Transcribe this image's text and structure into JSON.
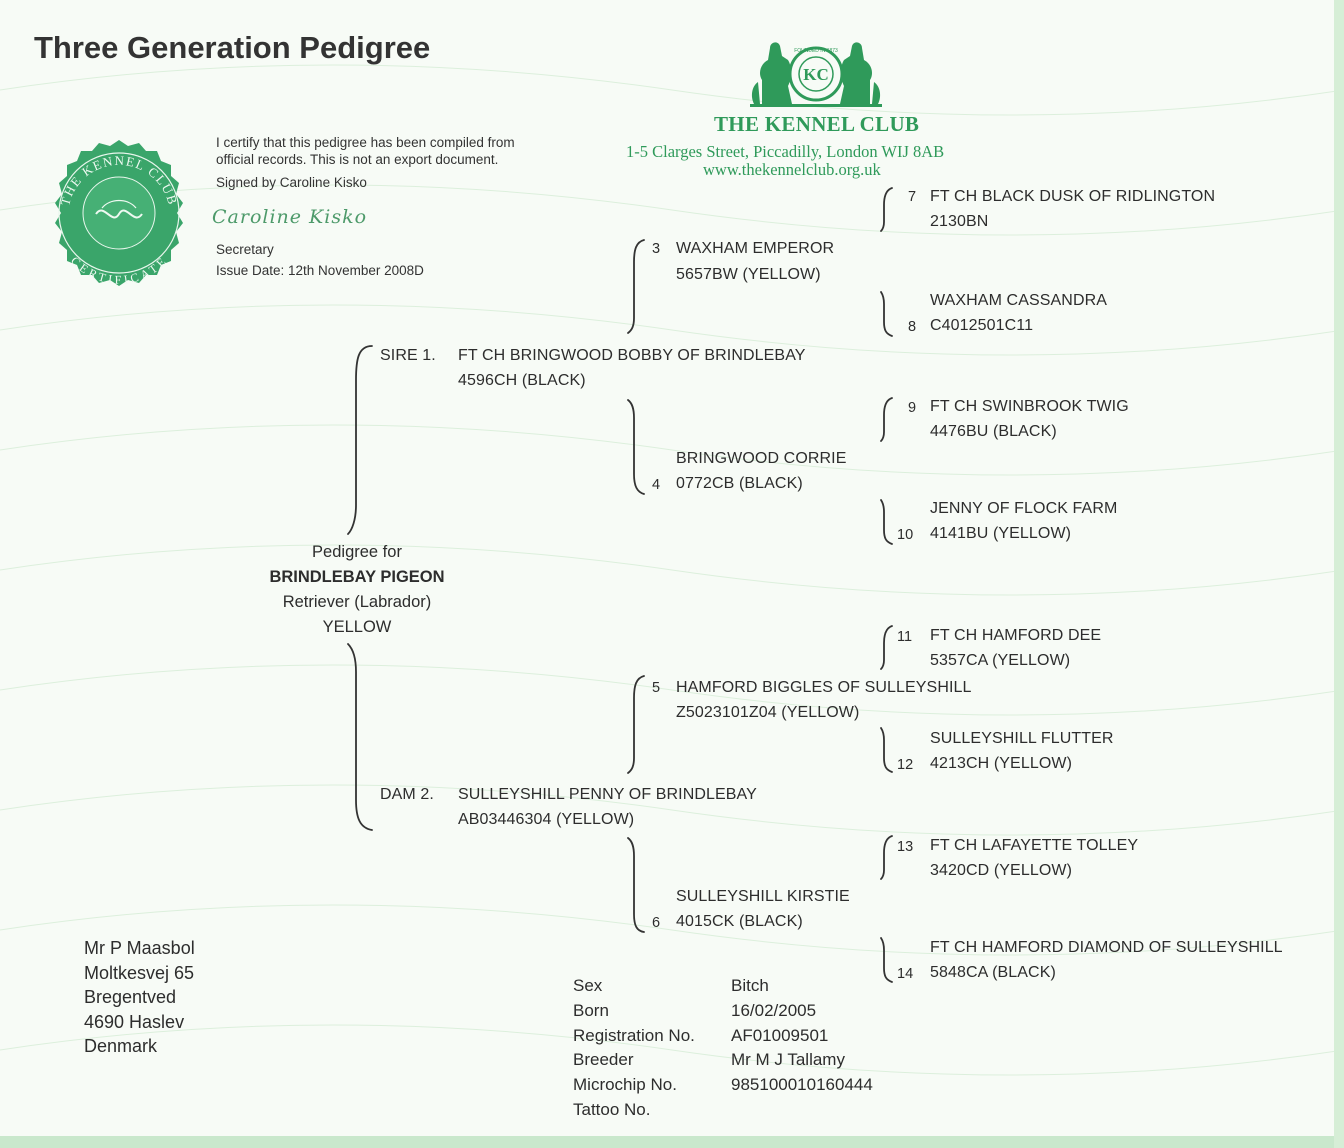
{
  "title": "Three Generation Pedigree",
  "certificate": {
    "line1": "I certify that this pedigree has been compiled from",
    "line2": "official records. This is not an export document.",
    "signed_by": "Signed by Caroline Kisko",
    "signature_text": "Caroline Kisko",
    "role": "Secretary",
    "issue_date": "Issue Date: 12th November 2008D",
    "seal_top": "THE KENNEL CLUB",
    "seal_bottom": "CERTIFICATE"
  },
  "kennel_club": {
    "logo_initials": "KC",
    "logo_ring": "FOUNDED IN 1873",
    "name": "THE KENNEL CLUB",
    "address": "1-5 Clarges Street, Piccadilly, London WIJ 8AB",
    "website": "www.thekennelclub.org.uk"
  },
  "dog": {
    "heading": "Pedigree for",
    "name": "BRINDLEBAY PIGEON",
    "breed": "Retriever (Labrador)",
    "colour": "YELLOW"
  },
  "parents": {
    "sire": {
      "label": "SIRE 1.",
      "name": "FT CH BRINGWOOD BOBBY OF BRINDLEBAY",
      "reg": "4596CH (BLACK)"
    },
    "dam": {
      "label": "DAM 2.",
      "name": "SULLEYSHILL PENNY OF BRINDLEBAY",
      "reg": "AB03446304 (YELLOW)"
    }
  },
  "grandparents": [
    {
      "num": "3",
      "name": "WAXHAM EMPEROR",
      "reg": "5657BW (YELLOW)"
    },
    {
      "num": "4",
      "name": "BRINGWOOD CORRIE",
      "reg": "0772CB (BLACK)"
    },
    {
      "num": "5",
      "name": "HAMFORD BIGGLES OF SULLEYSHILL",
      "reg": "Z5023101Z04 (YELLOW)"
    },
    {
      "num": "6",
      "name": "SULLEYSHILL KIRSTIE",
      "reg": "4015CK (BLACK)"
    }
  ],
  "great_grandparents": [
    {
      "num": "7",
      "name": "FT CH BLACK DUSK OF RIDLINGTON",
      "reg": "2130BN"
    },
    {
      "num": "8",
      "name": "WAXHAM CASSANDRA",
      "reg": "C4012501C11"
    },
    {
      "num": "9",
      "name": "FT CH SWINBROOK TWIG",
      "reg": "4476BU (BLACK)"
    },
    {
      "num": "10",
      "name": "JENNY OF FLOCK FARM",
      "reg": "4141BU (YELLOW)"
    },
    {
      "num": "11",
      "name": "FT CH HAMFORD DEE",
      "reg": "5357CA (YELLOW)"
    },
    {
      "num": "12",
      "name": "SULLEYSHILL FLUTTER",
      "reg": "4213CH (YELLOW)"
    },
    {
      "num": "13",
      "name": "FT CH LAFAYETTE TOLLEY",
      "reg": "3420CD (YELLOW)"
    },
    {
      "num": "14",
      "name": "FT CH HAMFORD DIAMOND OF SULLEYSHILL",
      "reg": "5848CA (BLACK)"
    }
  ],
  "owner": {
    "name": "Mr P Maasbol",
    "street": "Moltkesvej 65",
    "area": "Bregentved",
    "city": "4690 Haslev",
    "country": "Denmark"
  },
  "details": [
    {
      "label": "Sex",
      "value": "Bitch"
    },
    {
      "label": "Born",
      "value": "16/02/2005"
    },
    {
      "label": "Registration No.",
      "value": "AF01009501"
    },
    {
      "label": "Breeder",
      "value": "Mr M J Tallamy"
    },
    {
      "label": "Microchip No.",
      "value": "985100010160444"
    },
    {
      "label": "Tattoo No.",
      "value": ""
    }
  ],
  "colors": {
    "kennel_green": "#2f9a5a",
    "seal_green": "#3aa56a",
    "text": "#2d2d2d"
  }
}
